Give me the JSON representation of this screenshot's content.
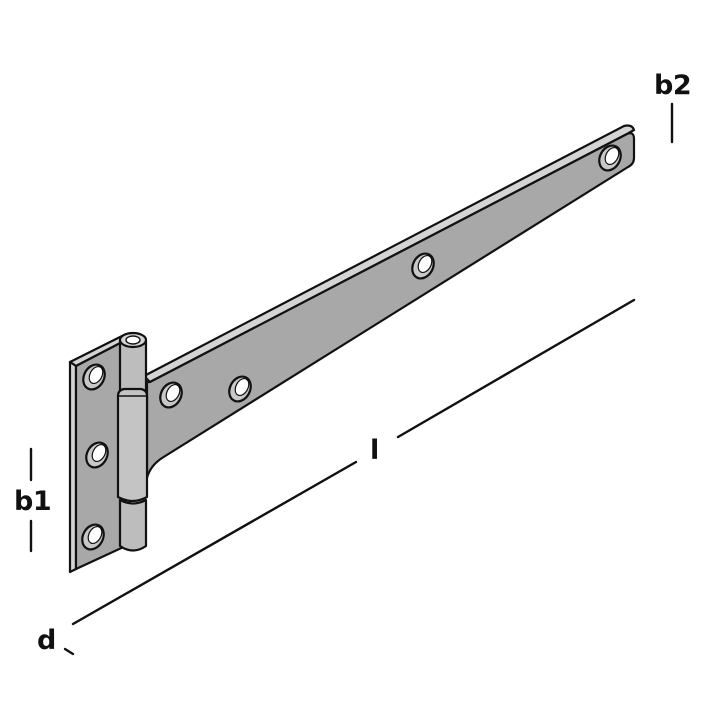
{
  "diagram": {
    "subject": "T-hinge (tee hinge) dimension drawing",
    "colors": {
      "background": "#ffffff",
      "outline": "#111111",
      "metal_face": "#a8a8a8",
      "metal_edge": "#d4d4d4",
      "knuckle": "#bdbdbd",
      "hole_inner": "#ffffff",
      "hole_rim": "#c8c8c8",
      "dimension_line": "#111111"
    },
    "parts": {
      "plate": {
        "label": "hinge plate (b1 side)",
        "holes": 3
      },
      "knuckle": {
        "label": "knuckle / pin barrel",
        "segments": 3
      },
      "strap": {
        "label": "tapered strap (leaf)",
        "holes": 4
      }
    },
    "dimensions": {
      "b1": {
        "label": "b1",
        "meaning": "plate width"
      },
      "b2": {
        "label": "b2",
        "meaning": "strap end width"
      },
      "l": {
        "label": "l",
        "meaning": "overall length"
      },
      "d": {
        "label": "d",
        "meaning": "thickness"
      }
    }
  }
}
